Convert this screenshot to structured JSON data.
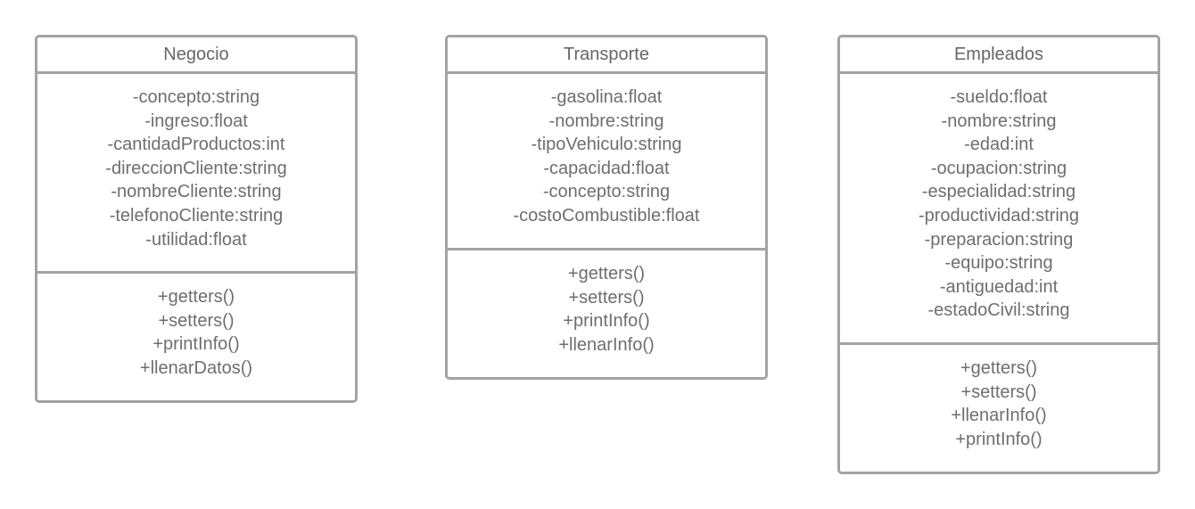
{
  "classes": [
    {
      "name": "Negocio",
      "attributes": [
        "-concepto:string",
        "-ingreso:float",
        "-cantidadProductos:int",
        "-direccionCliente:string",
        "-nombreCliente:string",
        "-telefonoCliente:string",
        "-utilidad:float"
      ],
      "methods": [
        "+getters()",
        "+setters()",
        "+printInfo()",
        "+llenarDatos()"
      ]
    },
    {
      "name": "Transporte",
      "attributes": [
        "-gasolina:float",
        "-nombre:string",
        "-tipoVehiculo:string",
        "-capacidad:float",
        "-concepto:string",
        "-costoCombustible:float"
      ],
      "methods": [
        "+getters()",
        "+setters()",
        "+printInfo()",
        "+llenarInfo()"
      ]
    },
    {
      "name": "Empleados",
      "attributes": [
        "-sueldo:float",
        "-nombre:string",
        "-edad:int",
        "-ocupacion:string",
        "-especialidad:string",
        "-productividad:string",
        "-preparacion:string",
        "-equipo:string",
        "-antiguedad:int",
        "-estadoCivil:string"
      ],
      "methods": [
        "+getters()",
        "+setters()",
        "+llenarInfo()",
        "+printInfo()"
      ]
    }
  ],
  "colors": {
    "border": "#a3a3a3",
    "text": "#6e6e6e",
    "background": "#ffffff"
  }
}
